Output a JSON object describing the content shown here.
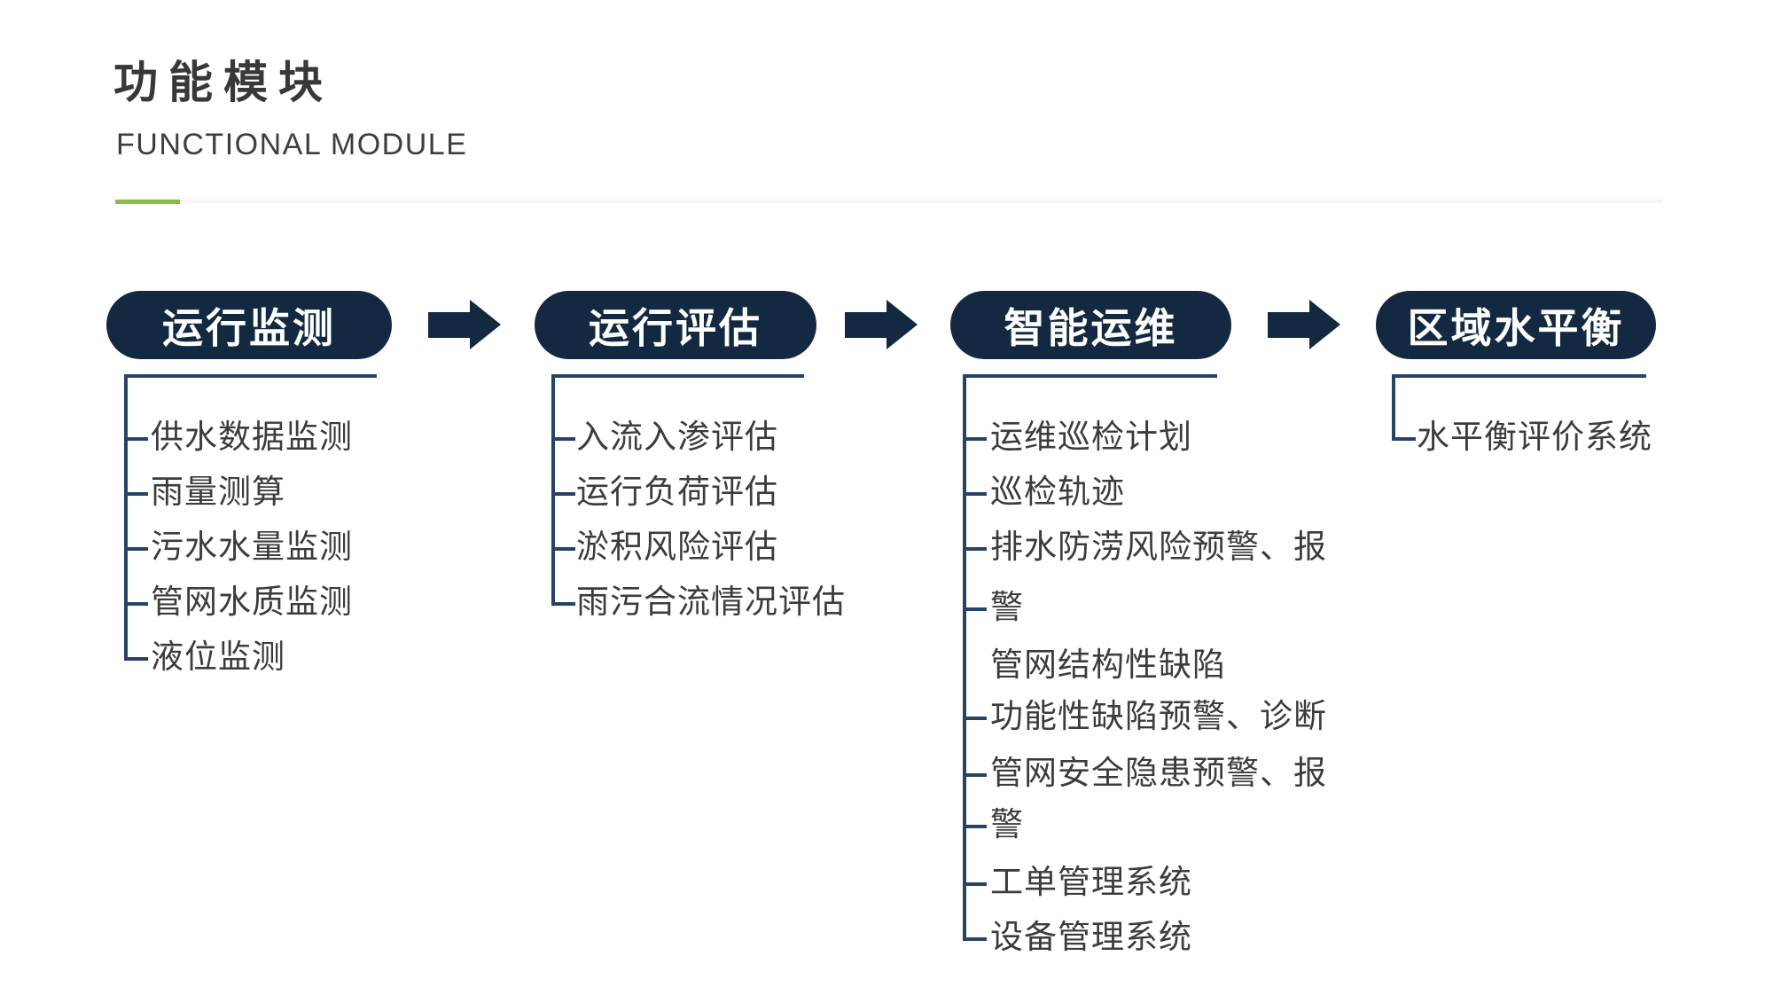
{
  "page": {
    "title": "功能模块",
    "subtitle": "FUNCTIONAL MODULE"
  },
  "colors": {
    "navy": "#132941",
    "tree_line": "#274468",
    "green": "#8abd41",
    "divider": "#f5f5f5",
    "text_dark": "#383838",
    "item_text": "#3c3c3c",
    "pill_text": "#ffffff",
    "background": "#ffffff"
  },
  "columns": [
    {
      "title": "运行监测",
      "lines": [
        {
          "text": "供水数据监测",
          "tick": true
        },
        {
          "text": "雨量测算",
          "tick": true
        },
        {
          "text": "污水水量监测",
          "tick": true
        },
        {
          "text": "管网水质监测",
          "tick": true
        },
        {
          "text": "液位监测",
          "tick": true
        }
      ]
    },
    {
      "title": "运行评估",
      "lines": [
        {
          "text": "入流入渗评估",
          "tick": true
        },
        {
          "text": "运行负荷评估",
          "tick": true
        },
        {
          "text": "淤积风险评估",
          "tick": true
        },
        {
          "text": "雨污合流情况评估",
          "tick": true
        }
      ]
    },
    {
      "title": "智能运维",
      "lines": [
        {
          "text": "运维巡检计划",
          "tick": true
        },
        {
          "text": "巡检轨迹",
          "tick": true
        },
        {
          "text": "排水防涝风险预警、报",
          "tick": true
        },
        {
          "text": "警",
          "tick": true
        },
        {
          "text": "管网结构性缺陷",
          "tick": false
        },
        {
          "text": "功能性缺陷预警、诊断",
          "tick": true
        },
        {
          "text": "管网安全隐患预警、报",
          "tick": true
        },
        {
          "text": "警",
          "tick": true
        },
        {
          "text": "工单管理系统",
          "tick": true
        },
        {
          "text": "设备管理系统",
          "tick": true
        }
      ]
    },
    {
      "title": "区域水平衡",
      "lines": [
        {
          "text": "水平衡评价系统",
          "tick": true
        }
      ]
    }
  ]
}
